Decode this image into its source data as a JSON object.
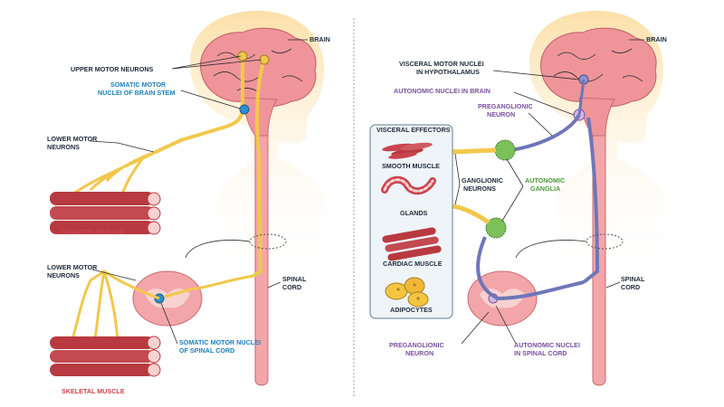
{
  "left_panel": {
    "brain": "BRAIN",
    "upper_motor_neurons": "UPPER MOTOR NEURONS",
    "somatic_motor_nuclei_brain_stem": [
      "SOMATIC MOTOR",
      "NUCLEI OF BRAIN STEM"
    ],
    "lower_motor_neurons_top": [
      "LOWER MOTOR",
      "NEURONS"
    ],
    "skeletal_muscle_top": "SKELETAL MUSCLE",
    "lower_motor_neurons_bottom": [
      "LOWER MOTOR",
      "NEURONS"
    ],
    "spinal_cord": [
      "SPINAL",
      "CORD"
    ],
    "somatic_motor_nuclei_spinal_cord": [
      "SOMATIC MOTOR NUCLEI",
      "OF SPINAL CORD"
    ],
    "skeletal_muscle_bottom": "SKELETAL MUSCLE"
  },
  "right_panel": {
    "brain": "BRAIN",
    "visceral_motor_nuclei": [
      "VISCERAL MOTOR NUCLEI",
      "IN HYPOTHALAMUS"
    ],
    "autonomic_nuclei_brain": "AUTONOMIC NUCLEI IN BRAIN",
    "preganglionic_neuron_top": [
      "PREGANGLIONIC",
      "NEURON"
    ],
    "visceral_effectors": "VISCERAL EFFECTORS",
    "smooth_muscle": "SMOOTH MUSCLE",
    "glands": "GLANDS",
    "cardiac_muscle": "CARDIAC MUSCLE",
    "adipocytes": "ADIPOCYTES",
    "ganglionic_neurons": [
      "GANGLIONIC",
      "NEURONS"
    ],
    "autonomic_ganglia": [
      "AUTONOMIC",
      "GANGLIA"
    ],
    "spinal_cord": [
      "SPINAL",
      "CORD"
    ],
    "preganglionic_neuron_bottom": [
      "PREGANGLIONIC",
      "NEURON"
    ],
    "autonomic_nuclei_spinal_cord": [
      "AUTONOMIC NUCLEI",
      "IN SPINAL CORD"
    ]
  },
  "colors": {
    "somatic_neuron": "#f2c84b",
    "autonomic_neuron": "#6f76b8",
    "brain": "#ec8f93",
    "muscle": "#b83a40",
    "ganglia": "#7cc05a",
    "skin": "#fbe3b0"
  }
}
